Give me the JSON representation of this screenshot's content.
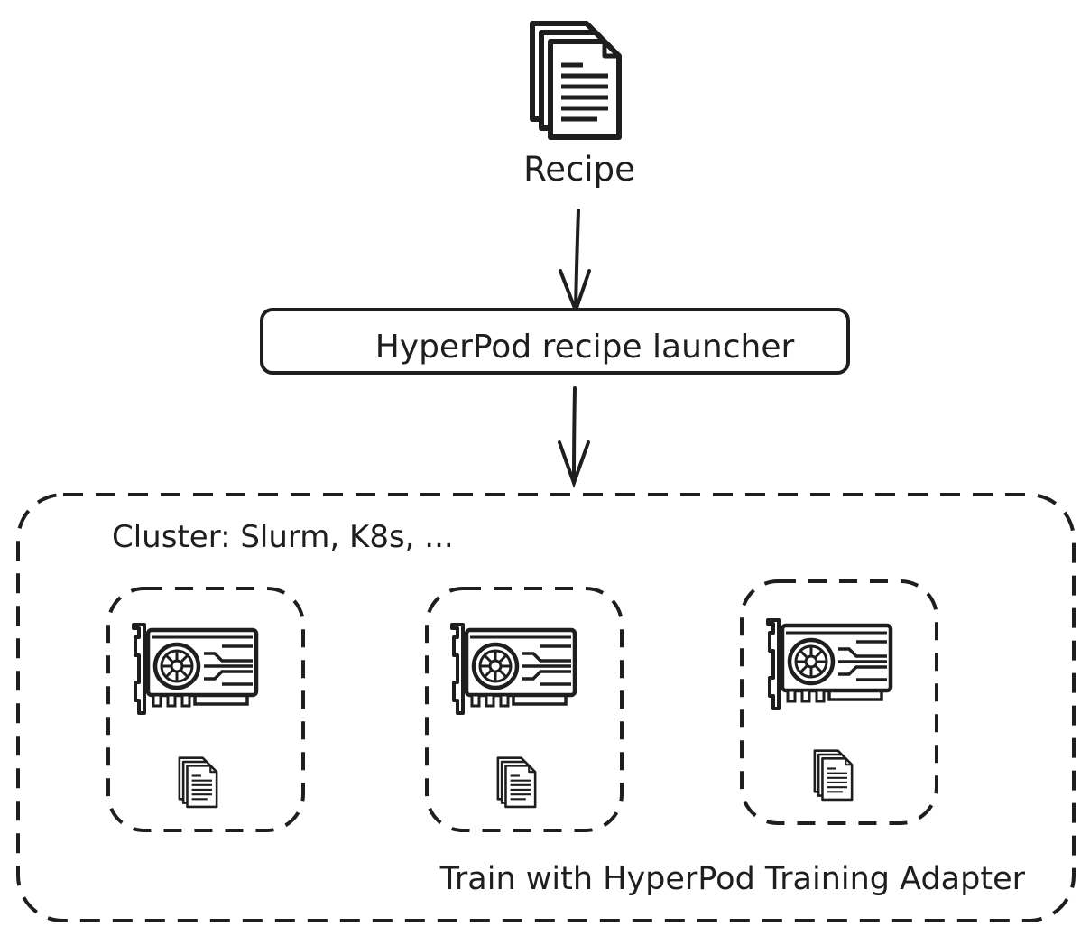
{
  "recipe": {
    "label": "Recipe",
    "icon": "documents-icon"
  },
  "launcher": {
    "label": "HyperPod recipe launcher"
  },
  "cluster": {
    "label": "Cluster: Slurm, K8s, ...",
    "footer": "Train with HyperPod Training Adapter",
    "nodes": [
      {
        "gpu_icon": "gpu-card-icon",
        "doc_icon": "documents-icon"
      },
      {
        "gpu_icon": "gpu-card-icon",
        "doc_icon": "documents-icon"
      },
      {
        "gpu_icon": "gpu-card-icon",
        "doc_icon": "documents-icon"
      }
    ]
  },
  "colors": {
    "stroke": "#1e1e1e",
    "background": "#ffffff"
  }
}
